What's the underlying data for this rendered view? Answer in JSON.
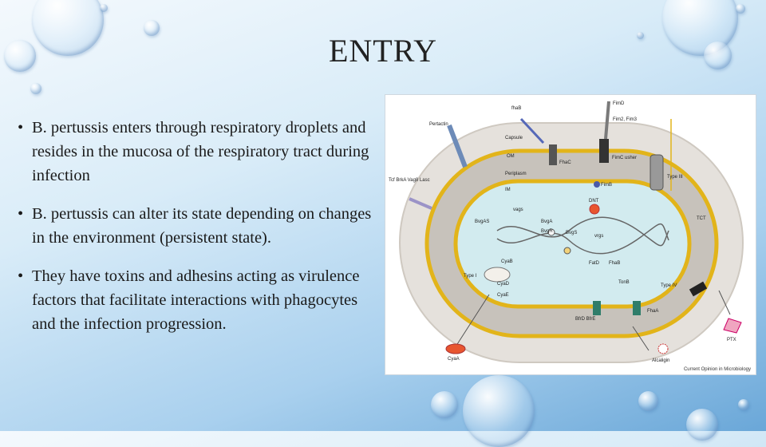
{
  "slide": {
    "title": "ENTRY",
    "bullets": [
      "B. pertussis enters through respiratory droplets and resides in the mucosa of the respiratory tract during infection",
      "B. pertussis can alter its state depending on changes in the environment (persistent state).",
      "They have toxins and adhesins acting as virulence factors that facilitate interactions with phagocytes and the infection progression."
    ]
  },
  "figure": {
    "labels": {
      "fhaB": "fhaB",
      "fim_d": "FimD",
      "fim2_fim3": "Fim2, Fim3",
      "pertactin": "Pertactin",
      "capsule": "Capsule",
      "om": "OM",
      "fhac": "FhaC",
      "fimc": "FimC usher",
      "periplasm": "Periplasm",
      "fimb": "FimB",
      "type3": "Type III",
      "tcf": "Tcf BrkA Vag8 Lasc",
      "im": "IM",
      "dnt": "DNT",
      "vag": "vags",
      "vrg": "vrgs",
      "bvgr": "BvgR",
      "bvga": "BvgA",
      "bvgas": "BvgAS",
      "bvgs": "BvgS",
      "tct": "TCT",
      "cyab": "CyaB",
      "cyad": "CyaD",
      "fatd": "FatD",
      "fhab2": "FhaB",
      "type1": "Type I",
      "typeiv": "Type IV",
      "tonb": "TonB",
      "cyae": "CyaE",
      "bfrd": "BfrD BfrE",
      "fhaa": "FhaA",
      "cyaa": "CyaA",
      "alcaligin": "Alcaligin",
      "ptx": "PTX",
      "caption": "Current Opinion in Microbiology"
    }
  }
}
